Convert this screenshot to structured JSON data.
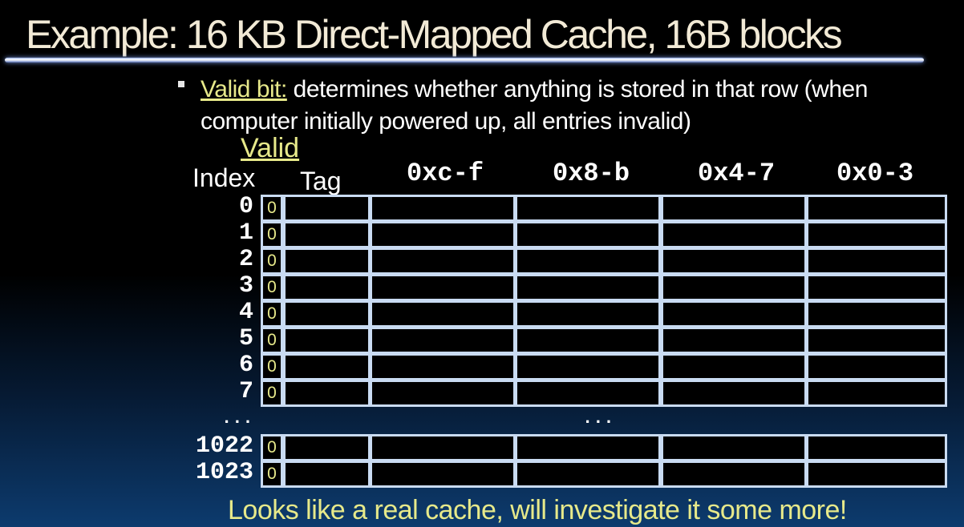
{
  "title": "Example: 16 KB Direct-Mapped Cache, 16B blocks",
  "bullet": {
    "term": "Valid bit:",
    "text": " determines whether anything is stored in that row (when computer initially powered up, all entries invalid)"
  },
  "table": {
    "valid_label": "Valid",
    "index_header": "Index",
    "tag_header": "Tag",
    "byte_columns": [
      "0xc-f",
      "0x8-b",
      "0x4-7",
      "0x0-3"
    ],
    "rows": [
      {
        "index": "0",
        "valid": "0"
      },
      {
        "index": "1",
        "valid": "0"
      },
      {
        "index": "2",
        "valid": "0"
      },
      {
        "index": "3",
        "valid": "0"
      },
      {
        "index": "4",
        "valid": "0"
      },
      {
        "index": "5",
        "valid": "0"
      },
      {
        "index": "6",
        "valid": "0"
      },
      {
        "index": "7",
        "valid": "0"
      }
    ],
    "ellipsis": "...",
    "tail_rows": [
      {
        "index": "1022",
        "valid": "0"
      },
      {
        "index": "1023",
        "valid": "0"
      }
    ]
  },
  "footer": "Looks like a real cache, will investigate it some more!"
}
